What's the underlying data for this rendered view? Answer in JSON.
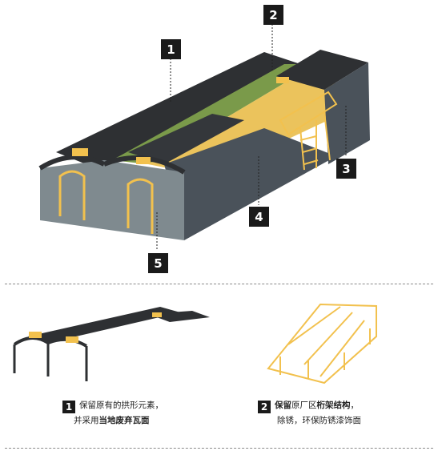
{
  "markers": {
    "m1": "1",
    "m2": "2",
    "m3": "3",
    "m4": "4",
    "m5": "5"
  },
  "captions": {
    "c1": {
      "num": "1",
      "line1": "保留原有的拱形元素，",
      "line2_pre": "并采用",
      "line2_bold": "当地废弃瓦面"
    },
    "c2": {
      "num": "2",
      "line1_b1": "保留",
      "line1_mid": "原厂区",
      "line1_b2": "桁架结构",
      "line1_end": "，",
      "line2": "除锈，环保防锈漆饰面"
    }
  },
  "colors": {
    "roof": "#2e3033",
    "wall": "#4a525a",
    "glass": "#7f8a8f",
    "truss": "#f2c14e",
    "green": "#7a9a4a",
    "marker": "#1a1a1a"
  }
}
